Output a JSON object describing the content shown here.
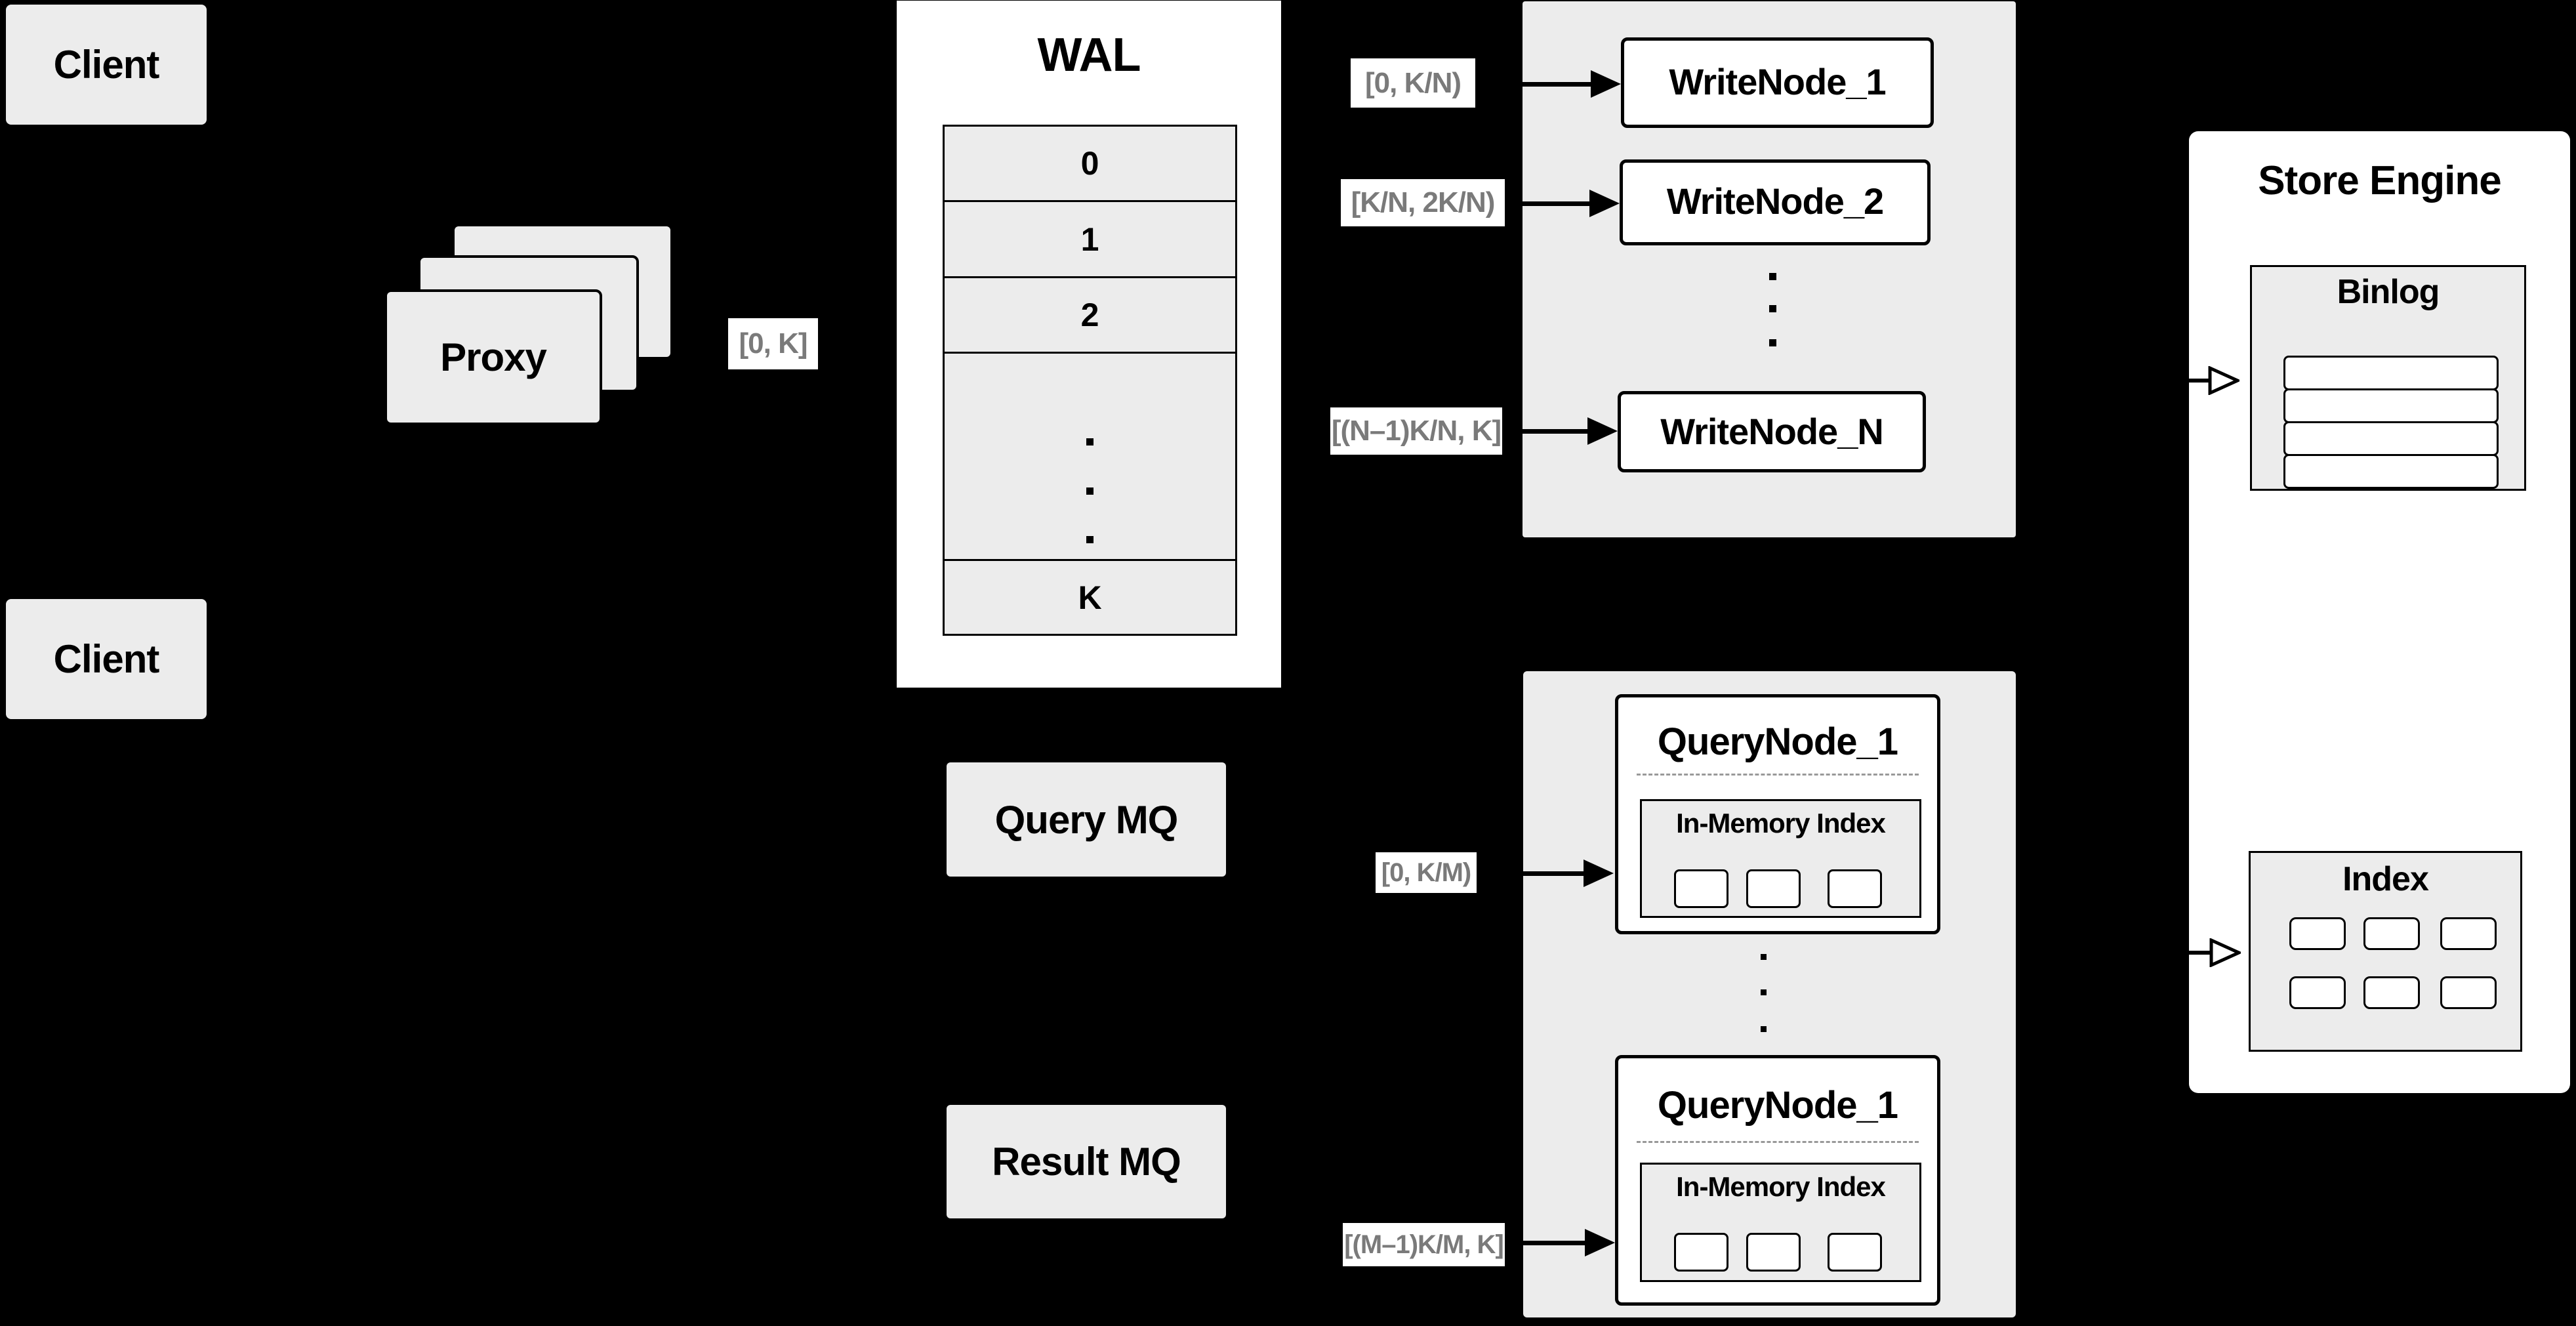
{
  "diagram": {
    "background_color": "#000000",
    "panel_color": "#ececec",
    "box_color": "#ffffff",
    "line_color": "#000000",
    "label_text_color": "#7a7a7a",
    "clients": {
      "top_label": "Client",
      "bottom_label": "Client"
    },
    "proxy": {
      "label": "Proxy",
      "stack_count": 3
    },
    "wal": {
      "title": "WAL",
      "rows": [
        "0",
        "1",
        "2",
        "K"
      ],
      "ellipsis_dot_count": 3
    },
    "range_labels": {
      "proxy_to_wal": "[0, K]",
      "to_writenode_1": "[0, K/N)",
      "to_writenode_2": "[K/N, 2K/N)",
      "to_writenode_n": "[(N–1)K/N, K]",
      "to_querynode_1": "[0, K/M)",
      "to_querynode_m": "[(M–1)K/M, K]"
    },
    "write_nodes": {
      "node_1": "WriteNode_1",
      "node_2": "WriteNode_2",
      "node_n": "WriteNode_N",
      "ellipsis_dot_count": 3
    },
    "store_engine": {
      "title": "Store Engine",
      "binlog": {
        "title": "Binlog",
        "row_count": 4
      },
      "index": {
        "title": "Index",
        "cell_rows": 2,
        "cell_cols": 3
      }
    },
    "queues": {
      "query_mq": "Query MQ",
      "result_mq": "Result MQ"
    },
    "query_nodes": {
      "top": {
        "title": "QueryNode_1",
        "index_label": "In-Memory Index",
        "segment_count": 3
      },
      "bottom": {
        "title": "QueryNode_1",
        "index_label": "In-Memory Index",
        "segment_count": 3
      },
      "ellipsis_dot_count": 3
    }
  }
}
